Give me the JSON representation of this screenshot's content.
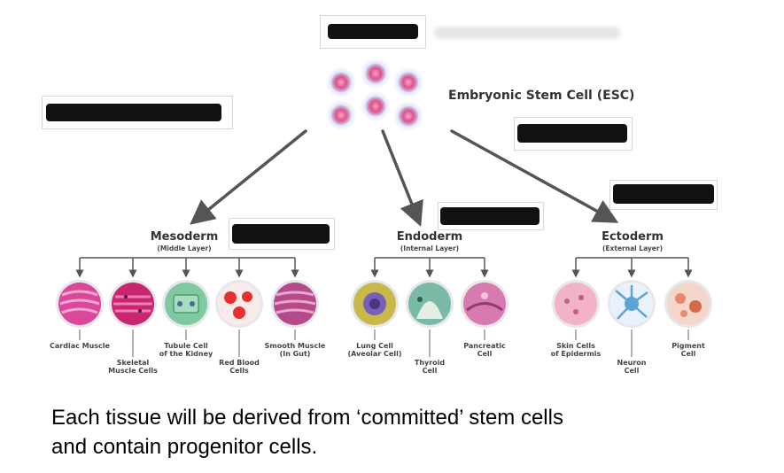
{
  "esc": {
    "label": "Embryonic Stem Cell (ESC)"
  },
  "layers": [
    {
      "title": "Mesoderm",
      "subtitle": "(Middle Layer)",
      "cells": [
        {
          "name": "Cardiac Muscle",
          "color": "#d9489a"
        },
        {
          "name": "Skeletal\nMuscle Cells",
          "color": "#c8266e"
        },
        {
          "name": "Tubule Cell\nof the Kidney",
          "color": "#7fc9a0"
        },
        {
          "name": "Red Blood\nCells",
          "color": "#e83030"
        },
        {
          "name": "Smooth Muscle\n(In Gut)",
          "color": "#b54a8a"
        }
      ]
    },
    {
      "title": "Endoderm",
      "subtitle": "(Internal Layer)",
      "cells": [
        {
          "name": "Lung Cell\n(Aveolar Cell)",
          "color": "#c9b84a"
        },
        {
          "name": "Thyroid\nCell",
          "color": "#79b9a5"
        },
        {
          "name": "Pancreatic\nCell",
          "color": "#d77ab0"
        }
      ]
    },
    {
      "title": "Ectoderm",
      "subtitle": "(External Layer)",
      "cells": [
        {
          "name": "Skin Cells\nof Epidermis",
          "color": "#f2b3c8"
        },
        {
          "name": "Neuron\nCell",
          "color": "#5ea3d6"
        },
        {
          "name": "Pigment\nCell",
          "color": "#e88a6a"
        }
      ]
    }
  ],
  "caption": {
    "line1": "Each tissue will be derived from ‘committed’ stem cells",
    "line2": "and contain progenitor cells."
  }
}
